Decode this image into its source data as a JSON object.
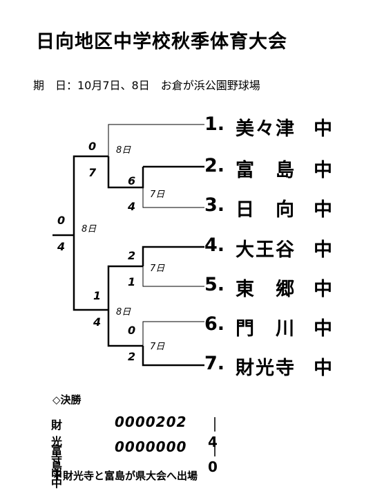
{
  "title": "日向地区中学校秋季体育大会",
  "dateline": "期　日：10月7日、8日　お倉が浜公園野球場",
  "teams": [
    {
      "num": "1.",
      "name": "美々津",
      "suffix": "中"
    },
    {
      "num": "2.",
      "name": "富　島",
      "suffix": "中"
    },
    {
      "num": "3.",
      "name": "日　向",
      "suffix": "中"
    },
    {
      "num": "4.",
      "name": "大王谷",
      "suffix": "中"
    },
    {
      "num": "5.",
      "name": "東　郷",
      "suffix": "中"
    },
    {
      "num": "6.",
      "name": "門　川",
      "suffix": "中"
    },
    {
      "num": "7.",
      "name": "財光寺",
      "suffix": "中"
    }
  ],
  "games": {
    "g2v3": {
      "top": "6",
      "bottom": "4",
      "day": "7日"
    },
    "g4v5": {
      "top": "2",
      "bottom": "1",
      "day": "7日"
    },
    "g6v7": {
      "top": "0",
      "bottom": "2",
      "day": "7日"
    },
    "semi_top": {
      "top": "0",
      "bottom": "7",
      "day": "8日"
    },
    "semi_bottom": {
      "top": "1",
      "bottom": "4",
      "day": "8日"
    },
    "final": {
      "top": "0",
      "bottom": "4",
      "day": "8日"
    }
  },
  "final_section": {
    "heading": "◇決勝",
    "rows": [
      {
        "name": "財光寺中",
        "innings": "0000202",
        "total": "4"
      },
      {
        "name": "富　島　中",
        "innings": "0000000",
        "total": "0"
      }
    ]
  },
  "note": "＊財光寺と富島が県大会へ出場"
}
